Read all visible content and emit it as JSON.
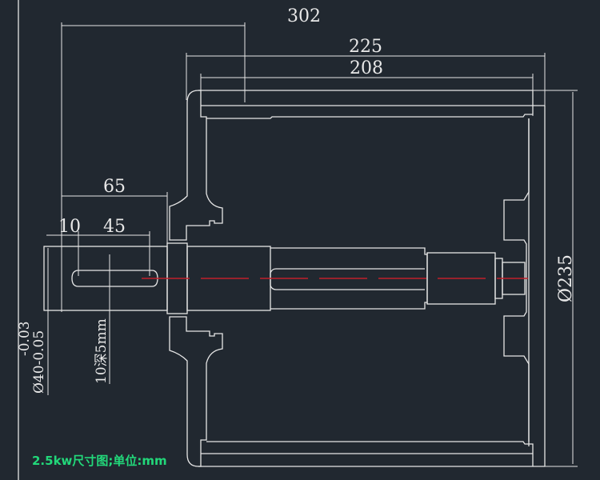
{
  "drawing": {
    "caption": "2.5kw尺寸图;单位:mm",
    "dimensions": {
      "overall_length": "302",
      "rotor_length": "225",
      "inner_length": "208",
      "shaft_extension": "65",
      "keyway_offset": "10",
      "keyway_length": "45",
      "keyway_spec": "10深5mm",
      "shaft_diameter": "Ø40-0.05",
      "shaft_tolerance_upper": "-0.03",
      "outer_diameter": "Ø235"
    },
    "colors": {
      "background": "#212830",
      "lines": "#e6e6e6",
      "centerline": "#c0202a",
      "caption": "#22d87a"
    }
  }
}
